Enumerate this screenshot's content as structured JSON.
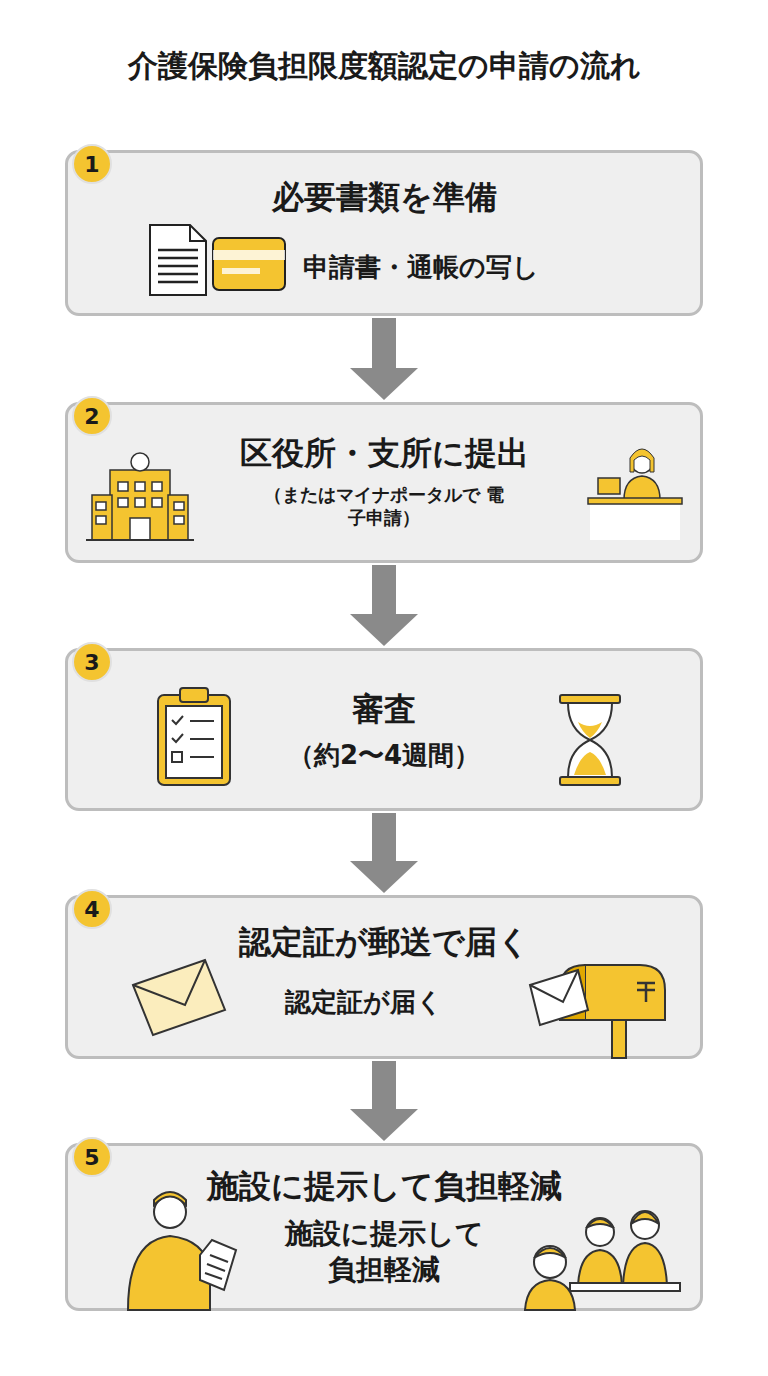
{
  "diagram": {
    "title": "介護保険負担限度額認定の申請の流れ",
    "nodes": [
      {
        "text": [
          "必要書類を準備",
          "申請書・通帳の写し"
        ]
      },
      {
        "text": [
          "1"
        ],
        "in": 0
      },
      {
        "text": [
          "区役所・支所に提出",
          "（またはマイナポータルで 電子申請）"
        ]
      },
      {
        "text": [
          "2"
        ],
        "in": 2
      },
      {
        "text": [
          "審査",
          "（約2〜4週間）"
        ]
      },
      {
        "text": [
          "3"
        ],
        "in": 4
      },
      {
        "text": [
          "認定証が郵送で届く",
          "認定証が届く"
        ]
      },
      {
        "text": [
          "4"
        ],
        "in": 6
      },
      {
        "text": [
          "施設に提示して負担軽減",
          "施設に提示して 負担軽減"
        ]
      },
      {
        "text": [
          "5"
        ],
        "in": 8
      }
    ],
    "edges": [
      {
        "from": 0,
        "to": 2,
        "arrow": "to"
      },
      {
        "from": 2,
        "to": 4,
        "arrow": "to"
      },
      {
        "from": 4,
        "to": 6,
        "arrow": "to"
      },
      {
        "from": 6,
        "to": 8,
        "arrow": "to"
      }
    ]
  }
}
